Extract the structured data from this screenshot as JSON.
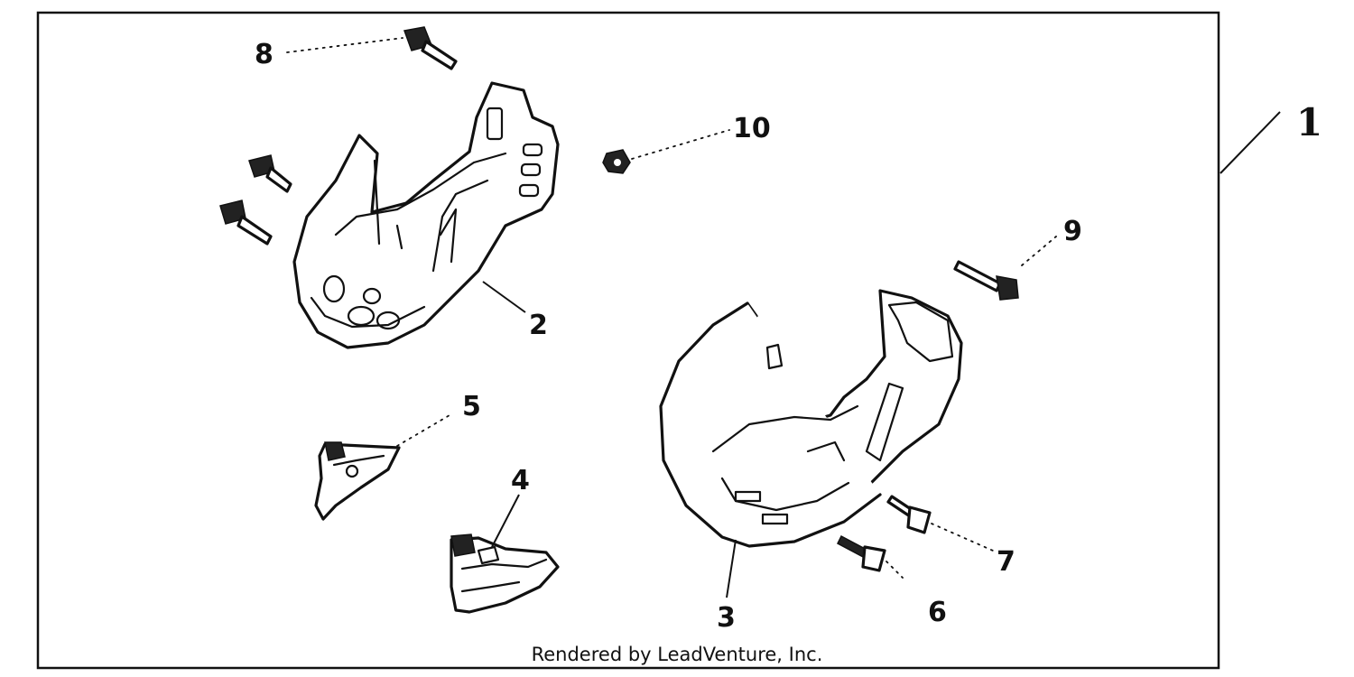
{
  "callouts": {
    "c1": "1",
    "c2": "2",
    "c3": "3",
    "c4": "4",
    "c5": "5",
    "c6": "6",
    "c7": "7",
    "c8": "8",
    "c9": "9",
    "c10": "10"
  },
  "credit": "Rendered by LeadVenture, Inc."
}
